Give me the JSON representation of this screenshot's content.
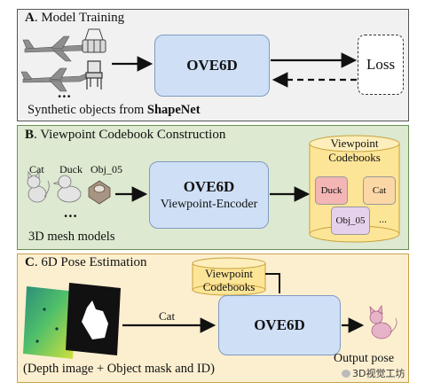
{
  "panel_a": {
    "title_letter": "A",
    "title_text": ". Model Training",
    "model_label": "OVE6D",
    "loss_label": "Loss",
    "caption_prefix": "Synthetic objects from ",
    "caption_bold": "ShapeNet",
    "ellipsis": "..."
  },
  "panel_b": {
    "title_letter": "B",
    "title_text": ". Viewpoint Codebook Construction",
    "objects": [
      "Cat",
      "Duck",
      "Obj_05"
    ],
    "ellipsis": "...",
    "model_label": "OVE6D",
    "model_sublabel": "Viewpoint-Encoder",
    "caption": "3D mesh models",
    "codebook_title_line1": "Viewpoint",
    "codebook_title_line2": "Codebooks",
    "codebook_entries": [
      "Duck",
      "Cat",
      "Obj_05"
    ],
    "codebook_ellipsis": "..."
  },
  "panel_c": {
    "title_letter": "C",
    "title_text": ". 6D Pose Estimation",
    "codebook_line1": "Viewpoint",
    "codebook_line2": "Codebooks",
    "arrow_label": "Cat",
    "model_label": "OVE6D",
    "caption": "(Depth image + Object mask and ID)",
    "output_label": "Output pose"
  },
  "watermark": "3D视觉工坊",
  "colors": {
    "panel_a_bg": "#f1f1f1",
    "panel_b_bg": "#dde9d0",
    "panel_c_bg": "#fcefd0",
    "model_box": "#cfe0f6",
    "codebook_cylinder": "#fde597",
    "card_red": "#f4b5b5",
    "card_orange": "#fbd7a5",
    "card_purple": "#e6d1ec"
  }
}
